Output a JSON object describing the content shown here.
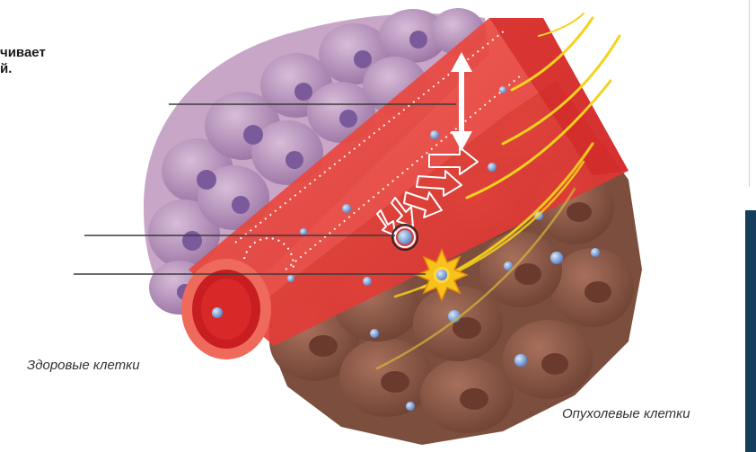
{
  "text": {
    "title_fragment_line1": "чивает",
    "title_fragment_line2": "й.",
    "healthy_cells": "Здоровые клетки",
    "tumor_cells": "Опухолевые клетки"
  },
  "colors": {
    "vessel_red": "#e8393a",
    "vessel_light": "#f26a5a",
    "healthy_cell": "#b48bb4",
    "healthy_nucleus": "#7a5a9a",
    "tumor_cell": "#8a5a4a",
    "tumor_nucleus": "#6a3a2e",
    "ray_yellow": "#f5d21e",
    "particle_blue": "#7fa4d8",
    "panel_navy": "#143e5c"
  },
  "icons": [
    "double-arrow-icon",
    "drug-particle-icon",
    "burst-icon"
  ]
}
